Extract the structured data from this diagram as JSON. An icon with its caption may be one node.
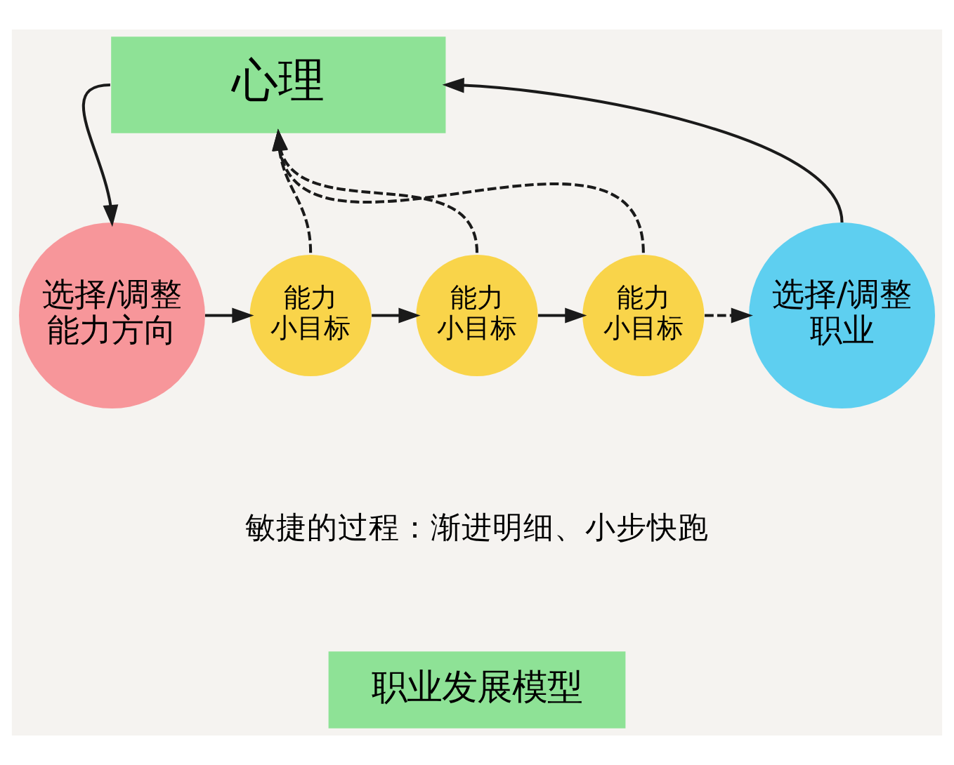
{
  "diagram": {
    "nodes": [
      {
        "text": [
          "心理"
        ]
      },
      {
        "text": [
          "选择/调整能力方向"
        ]
      },
      {
        "text": [
          "能力小目标"
        ]
      },
      {
        "text": [
          "能力小目标"
        ]
      },
      {
        "text": [
          "能力小目标"
        ]
      },
      {
        "text": [
          "选择/调整职业"
        ]
      },
      {
        "text": [
          "职业发展模型"
        ]
      }
    ],
    "edges": [
      {
        "from": 0,
        "to": 1,
        "arrow": "to"
      },
      {
        "from": 5,
        "to": 0,
        "arrow": "to"
      },
      {
        "from": 1,
        "to": 2,
        "arrow": "to"
      },
      {
        "from": 2,
        "to": 3,
        "arrow": "to"
      },
      {
        "from": 3,
        "to": 4,
        "arrow": "to"
      },
      {
        "from": 4,
        "to": 5,
        "arrow": "to",
        "style": "dashed"
      },
      {
        "from": 2,
        "to": 0,
        "arrow": "to",
        "style": "dashed"
      },
      {
        "from": 3,
        "to": 0,
        "arrow": "to",
        "style": "dashed"
      },
      {
        "from": 4,
        "to": 0,
        "arrow": "to",
        "style": "dashed"
      }
    ],
    "labels": [
      "敏捷的过程：渐进明细、小步快跑"
    ]
  }
}
